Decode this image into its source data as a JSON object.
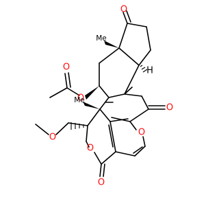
{
  "molecule": {
    "atoms": {
      "ketone_top_o": "O",
      "ketone_right_o": "O",
      "acetate_carbonyl_o": "O",
      "acetate_ester_o": "O",
      "methoxy_o": "O",
      "furan_o": "O",
      "lactone_ring_o": "O",
      "lactone_carbonyl_o": "O",
      "ring_junction_h": "H",
      "methyl_upper": "Me",
      "methyl_lower": "Me"
    },
    "colors": {
      "oxygen": "#ff0d0d",
      "carbon_bond": "#000000",
      "background": "#ffffff"
    }
  }
}
